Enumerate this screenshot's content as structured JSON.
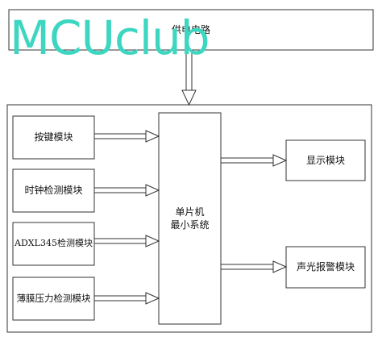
{
  "colors": {
    "stroke": "#333333",
    "box_fill": "#ffffff",
    "watermark": "#3dd6c0",
    "text": "#111111"
  },
  "watermark": {
    "text": "MCUclub"
  },
  "power": {
    "label": "供电电路"
  },
  "mcu": {
    "line1": "单片机",
    "line2": "最小系统"
  },
  "inputs": [
    {
      "label": "按键模块"
    },
    {
      "label": "时钟检测模块"
    },
    {
      "label": "ADXL345检测模块"
    },
    {
      "label": "薄膜压力检测模块"
    }
  ],
  "outputs": [
    {
      "label": "显示模块"
    },
    {
      "label": "声光报警模块"
    }
  ]
}
